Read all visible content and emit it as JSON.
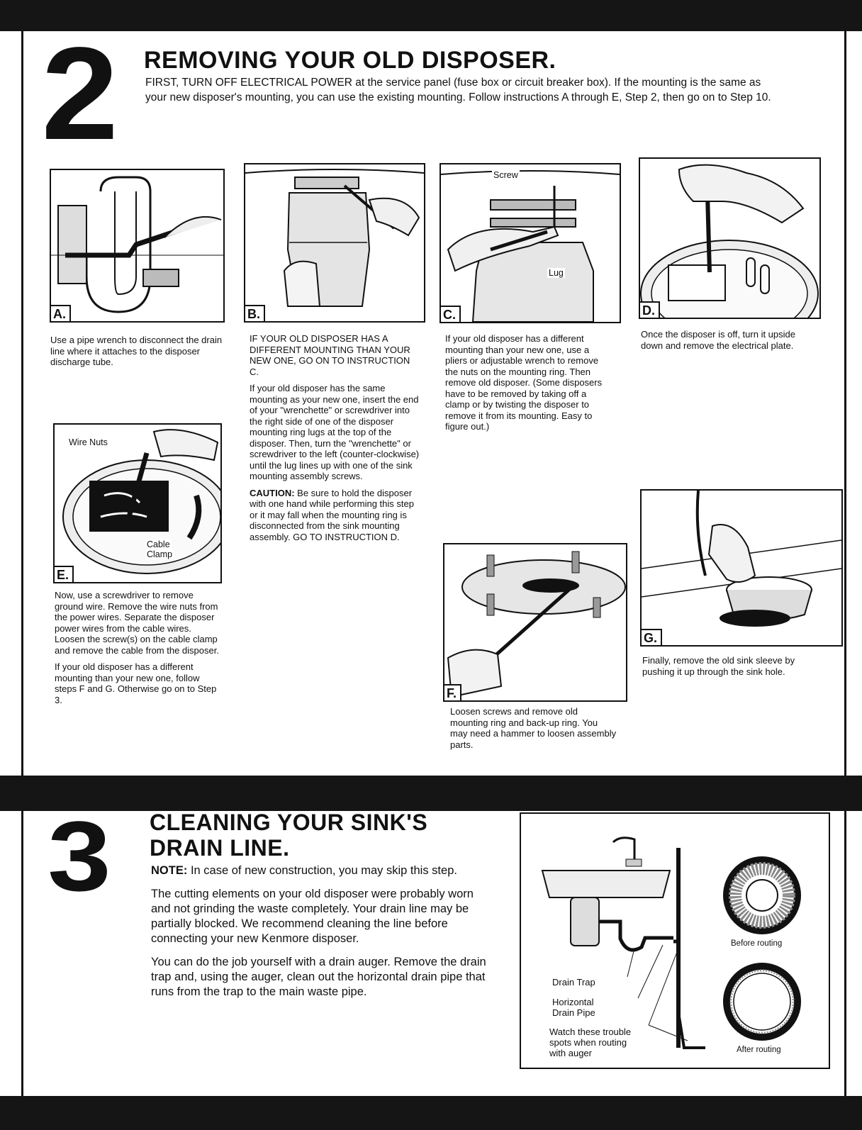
{
  "step2": {
    "number": "2",
    "title": "REMOVING YOUR OLD DISPOSER.",
    "intro": "FIRST, TURN OFF ELECTRICAL POWER at the service panel (fuse box or circuit breaker box). If the mounting is the same as your new disposer's mounting, you can use the existing mounting. Follow instructions A through E, Step 2, then go on to Step 10.",
    "panels": {
      "a": {
        "letter": "A."
      },
      "b": {
        "letter": "B."
      },
      "c": {
        "letter": "C.",
        "label_screw": "Screw",
        "label_lug": "Lug"
      },
      "d": {
        "letter": "D."
      },
      "e": {
        "letter": "E.",
        "label_wire_nuts": "Wire Nuts",
        "label_cable_clamp_1": "Cable",
        "label_cable_clamp_2": "Clamp"
      },
      "f": {
        "letter": "F."
      },
      "g": {
        "letter": "G."
      }
    },
    "captions": {
      "a": "Use a pipe wrench to disconnect the drain line where it attaches to the disposer discharge tube.",
      "b1": "IF YOUR OLD DISPOSER HAS A DIFFERENT MOUNTING THAN YOUR NEW ONE, GO ON TO INSTRUCTION C.",
      "b2": "If your old disposer has the same mounting as your new one, insert the end of your \"wrenchette\" or screwdriver into the right side of one of the disposer mounting ring lugs at the top of the disposer. Then, turn the \"wrenchette\" or screwdriver to the left (counter-clockwise) until the lug lines up with one of the sink mounting assembly screws.",
      "b3_label": "CAUTION:",
      "b3": "Be sure to hold the disposer with one hand while performing this step or it may fall when the mounting ring is disconnected from the sink mounting assembly. GO TO INSTRUCTION D.",
      "c": "If your old disposer has a different mounting than your new one, use a pliers or adjustable wrench to remove the nuts on the mounting ring. Then remove old disposer. (Some disposers have to be removed by taking off a clamp or by twisting the disposer to remove it from its mounting. Easy to figure out.)",
      "d": "Once the disposer is off, turn it upside down and remove the electrical plate.",
      "e1": "Now, use a screwdriver to remove ground wire. Remove the wire nuts from the power wires. Separate the disposer power wires from the cable wires. Loosen the screw(s) on the cable clamp and remove the cable from the disposer.",
      "e2": "If your old disposer has a different mounting than your new one, follow steps F and G. Otherwise go on to Step 3.",
      "f": "Loosen screws and remove old mounting ring and back-up ring. You may need a hammer to loosen assembly parts.",
      "g": "Finally, remove the old sink sleeve by pushing it up through the sink hole."
    }
  },
  "step3": {
    "number": "3",
    "title_line1": "CLEANING YOUR SINK'S",
    "title_line2": "DRAIN LINE.",
    "note_label": "NOTE:",
    "note": "In case of new construction, you may skip this step.",
    "para1": "The cutting elements on your old disposer were probably worn and not grinding the waste completely. Your drain line may be partially blocked. We recommend cleaning the line before connecting your new Kenmore disposer.",
    "para2": "You can do the job yourself with a drain auger. Remove the drain trap and, using the auger, clean out the horizontal drain pipe that runs from the trap to the main waste pipe.",
    "diagram": {
      "drain_trap": "Drain Trap",
      "horizontal_1": "Horizontal",
      "horizontal_2": "Drain Pipe",
      "watch_1": "Watch these trouble",
      "watch_2": "spots when routing",
      "watch_3": "with auger",
      "before": "Before routing",
      "after": "After routing"
    }
  }
}
